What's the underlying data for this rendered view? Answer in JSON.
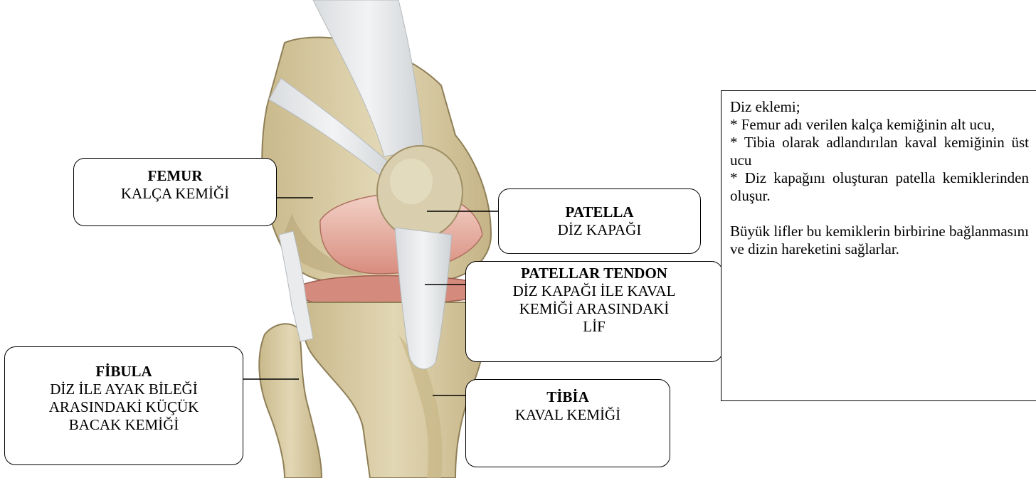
{
  "labels": {
    "femur": {
      "name": "FEMUR",
      "desc": "KALÇA KEMİĞİ"
    },
    "patella": {
      "name": "PATELLA",
      "desc": "DİZ KAPAĞI"
    },
    "patellar_tendon": {
      "name": "PATELLAR TENDON",
      "desc_line1": "DİZ KAPAĞI İLE KAVAL",
      "desc_line2": "KEMİĞİ ARASINDAKİ",
      "desc_line3": "LİF"
    },
    "fibula": {
      "name": "FİBULA",
      "desc_line1": "DİZ İLE AYAK BİLEĞİ",
      "desc_line2": "ARASINDAKİ KÜÇÜK",
      "desc_line3": "BACAK KEMİĞİ"
    },
    "tibia": {
      "name": "TİBİA",
      "desc": "KAVAL KEMİĞİ"
    }
  },
  "info": {
    "heading": "Diz eklemi;",
    "item1": "* Femur adı verilen kalça kemiğinin alt ucu,",
    "item2": "* Tibia olarak adlandırılan kaval kemiğinin üst ucu",
    "item3": "* Diz kapağını oluşturan patella kemiklerinden oluşur.",
    "paragraph": "Büyük lifler bu kemiklerin birbirine bağlanmasını ve dizin hareketini sağlarlar."
  },
  "colors": {
    "bone": "#d8cca6",
    "bone_shadow": "#bfae82",
    "ligament": "#e6e8ea",
    "cartilage": "#e9b3a6",
    "meniscus": "#d98f82",
    "outline": "#000000"
  }
}
